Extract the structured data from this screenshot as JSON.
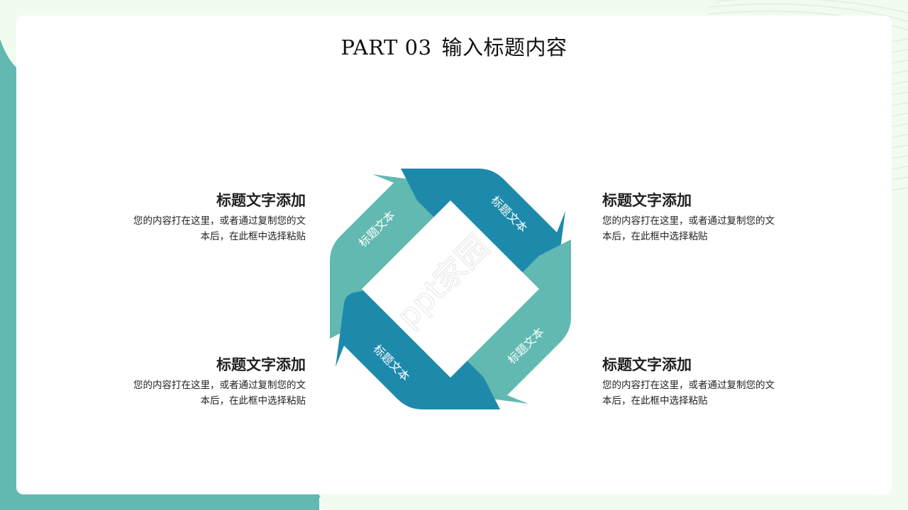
{
  "header": {
    "part": "PART 03",
    "title": "输入标题内容"
  },
  "colors": {
    "teal_light": "#62b9b2",
    "teal_dark": "#1e8aab",
    "background": "#f2fbf0",
    "card": "#ffffff",
    "text": "#222222"
  },
  "diagram": {
    "arrows": [
      {
        "label": "标题文本",
        "color": "#62b9b2",
        "position": "top-left"
      },
      {
        "label": "标题文本",
        "color": "#1e8aab",
        "position": "top-right"
      },
      {
        "label": "标题文本",
        "color": "#62b9b2",
        "position": "bottom-right"
      },
      {
        "label": "标题文本",
        "color": "#1e8aab",
        "position": "bottom-left"
      }
    ]
  },
  "blocks": [
    {
      "heading": "标题文字添加",
      "body_line1": "您的内容打在这里，或者通过复制您的文",
      "body_line2": "本后，在此框中选择粘贴",
      "position": "top-left"
    },
    {
      "heading": "标题文字添加",
      "body_line1": "您的内容打在这里，或者通过复制您的文",
      "body_line2": "本后，在此框中选择粘贴",
      "position": "top-right"
    },
    {
      "heading": "标题文字添加",
      "body_line1": "您的内容打在这里，或者通过复制您的文",
      "body_line2": "本后，在此框中选择粘贴",
      "position": "bottom-left"
    },
    {
      "heading": "标题文字添加",
      "body_line1": "您的内容打在这里，或者通过复制您的文",
      "body_line2": "本后，在此框中选择粘贴",
      "position": "bottom-right"
    }
  ]
}
